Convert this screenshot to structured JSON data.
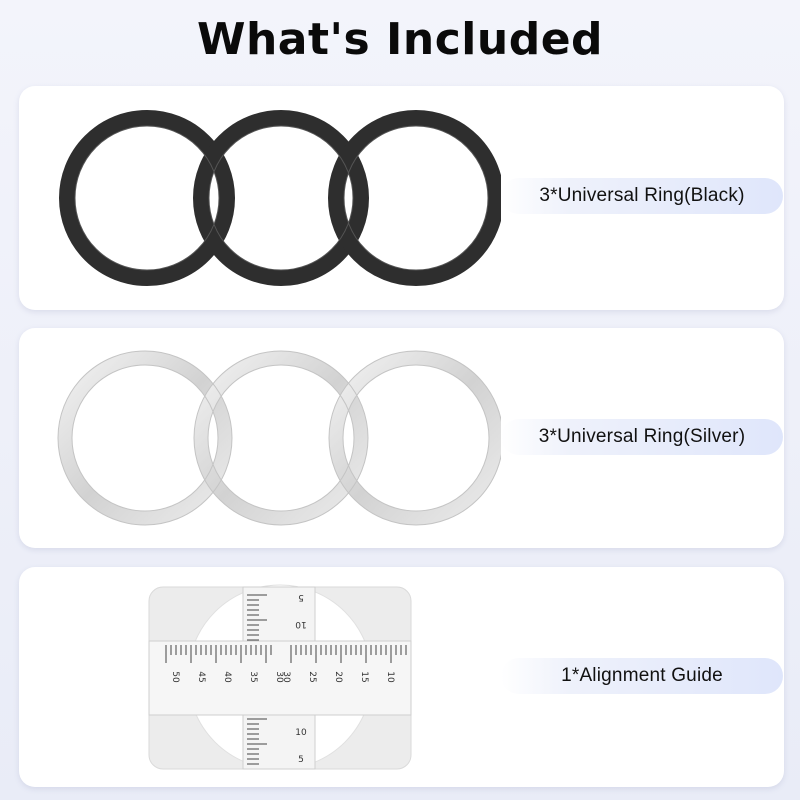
{
  "title": "What's Included",
  "items": [
    {
      "label": "3*Universal Ring(Black)",
      "icon": "black-rings",
      "ring_color": "#2b2b2b",
      "count": 3
    },
    {
      "label": "3*Universal Ring(Silver)",
      "icon": "silver-rings",
      "ring_color": "#d6d6d6",
      "count": 3
    },
    {
      "label": "1*Alignment Guide",
      "icon": "alignment-guide",
      "ruler": {
        "left_scale": [
          "50",
          "45",
          "40",
          "35",
          "30"
        ],
        "right_scale": [
          "30",
          "25",
          "20",
          "15",
          "10"
        ],
        "top_scale": [
          "5",
          "10"
        ],
        "bottom_scale": [
          "10",
          "5"
        ]
      }
    }
  ]
}
